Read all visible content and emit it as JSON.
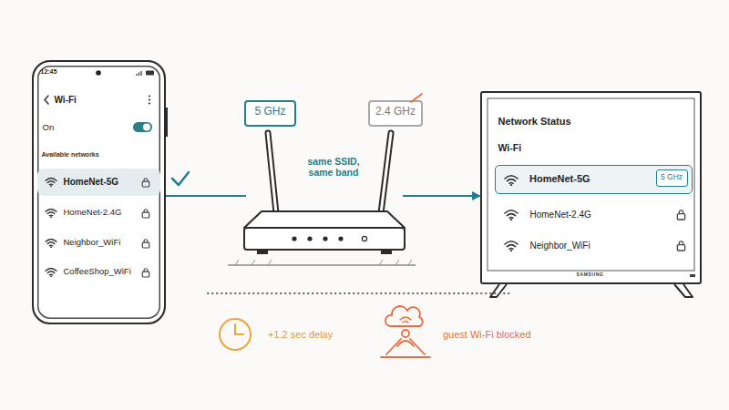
{
  "diagram": {
    "nodes": [
      {
        "text": [
          "12:45",
          "Wi-Fi",
          "On",
          "Available networks",
          "HomeNet-2.4G",
          "Neighbor_WiFi",
          "CoffeeShop_WiFi"
        ]
      },
      {
        "text": [
          "HomeNet-5G"
        ],
        "in": 0
      },
      {
        "text": [
          "5 GHz"
        ]
      },
      {
        "text": [
          "same SSID, same band"
        ]
      },
      {
        "text": [
          "2.4 GHz"
        ]
      },
      {
        "text": [
          "Network Status",
          "Wi-Fi",
          "HomeNet-2.4G",
          "Neighbor_WiFi",
          "SAMSUNG"
        ]
      },
      {
        "text": [
          "HomeNet-5G"
        ],
        "in": 5
      },
      {
        "text": [
          "5 GHz"
        ],
        "in": 6
      }
    ],
    "edges": [
      {
        "from": 0,
        "to": 3,
        "arrow": "none"
      },
      {
        "from": 3,
        "to": 5,
        "arrow": "to"
      }
    ],
    "labels": [
      "+1.2 sec delay",
      "guest Wi-Fi blocked"
    ]
  }
}
